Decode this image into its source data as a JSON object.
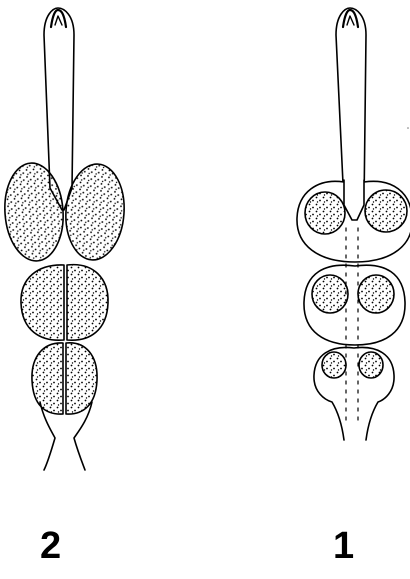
{
  "figure": {
    "labels": {
      "left": "2",
      "right": "1"
    },
    "specimens": [
      {
        "label": "2",
        "style": "densely stippled paired lobes with seeds, three tiers"
      },
      {
        "label": "1",
        "style": "rounded lobes with stippled circular seeds, three tiers"
      }
    ],
    "colors": {
      "ink": "#000000",
      "paper": "#ffffff"
    }
  }
}
